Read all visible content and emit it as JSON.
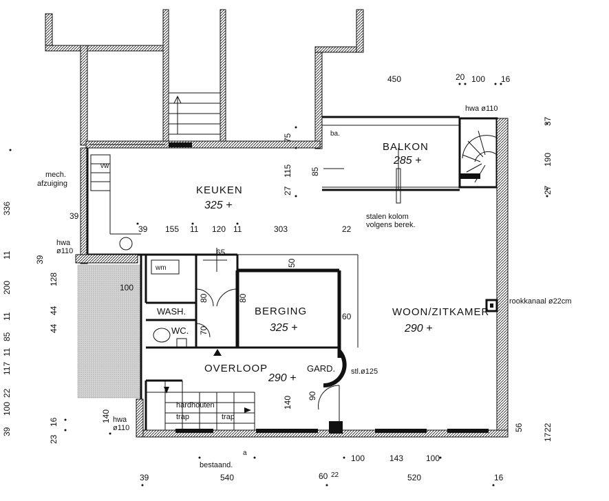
{
  "rooms": {
    "keuken": "KEUKEN",
    "keuken_h": "325 +",
    "balkon": "BALKON",
    "balkon_h": "285 +",
    "berging": "BERGING",
    "berging_h": "325 +",
    "woon": "WOON/ZITKAMER",
    "woon_h": "290 +",
    "overloop": "OVERLOOP",
    "overloop_h": "290 +",
    "gard": "GARD.",
    "wash": "WASH.",
    "wc": "WC.",
    "wm": "wm"
  },
  "notes": {
    "mech1": "mech.",
    "mech2": "afzuiging",
    "hwa_top": "hwa ø110",
    "hwa_left1": "hwa",
    "hwa_left2": "ø110",
    "hwa_bottom1": "hwa",
    "hwa_bottom2": "ø110",
    "kolom1": "stalen kolom",
    "kolom2": "volgens berek.",
    "rookkanaal": "rookkanaal ø22cm",
    "stl": "stl.ø125",
    "trap1": "hardhouten",
    "trap2": "trap",
    "trap3": "trap",
    "bestaand": "bestaand.",
    "ba": "ba.",
    "vw": "vw",
    "a": "a"
  },
  "dims": {
    "top_450": "450",
    "top_20": "20",
    "top_100": "100",
    "top_16": "16",
    "right_37": "37",
    "right_190": "190",
    "right_27": "27",
    "k_39": "39",
    "k_155": "155",
    "k_11a": "11",
    "k_120": "120",
    "k_11b": "11",
    "k_303": "303",
    "k_22": "22",
    "v_75": "75",
    "v_115": "115",
    "v_27": "27",
    "v_85": "85",
    "left_39": "39",
    "d_65": "65",
    "d_50": "50",
    "d_60": "60",
    "d_100": "100",
    "d_80a": "80",
    "d_80b": "80",
    "d_70": "70",
    "d_90": "90",
    "d_140a": "140",
    "d_140b": "140",
    "b_100a": "100",
    "b_143": "143",
    "b_100b": "100",
    "b_39": "39",
    "b_540": "540",
    "b_60": "60",
    "b_22": "22",
    "b_520": "520",
    "b_16": "16",
    "r_56": "56",
    "r_22": "22",
    "r_17": "17",
    "l_336": "336",
    "l_11a": "11",
    "l_39": "39",
    "l_200": "200",
    "l_11b": "11",
    "l_85": "85",
    "l_11c": "11",
    "l_117": "117",
    "l_22": "22",
    "l_100": "100",
    "l_39b": "39",
    "l2_128": "128",
    "l2_44a": "44",
    "l2_44b": "44",
    "l2_23": "23",
    "l2_16": "16"
  }
}
